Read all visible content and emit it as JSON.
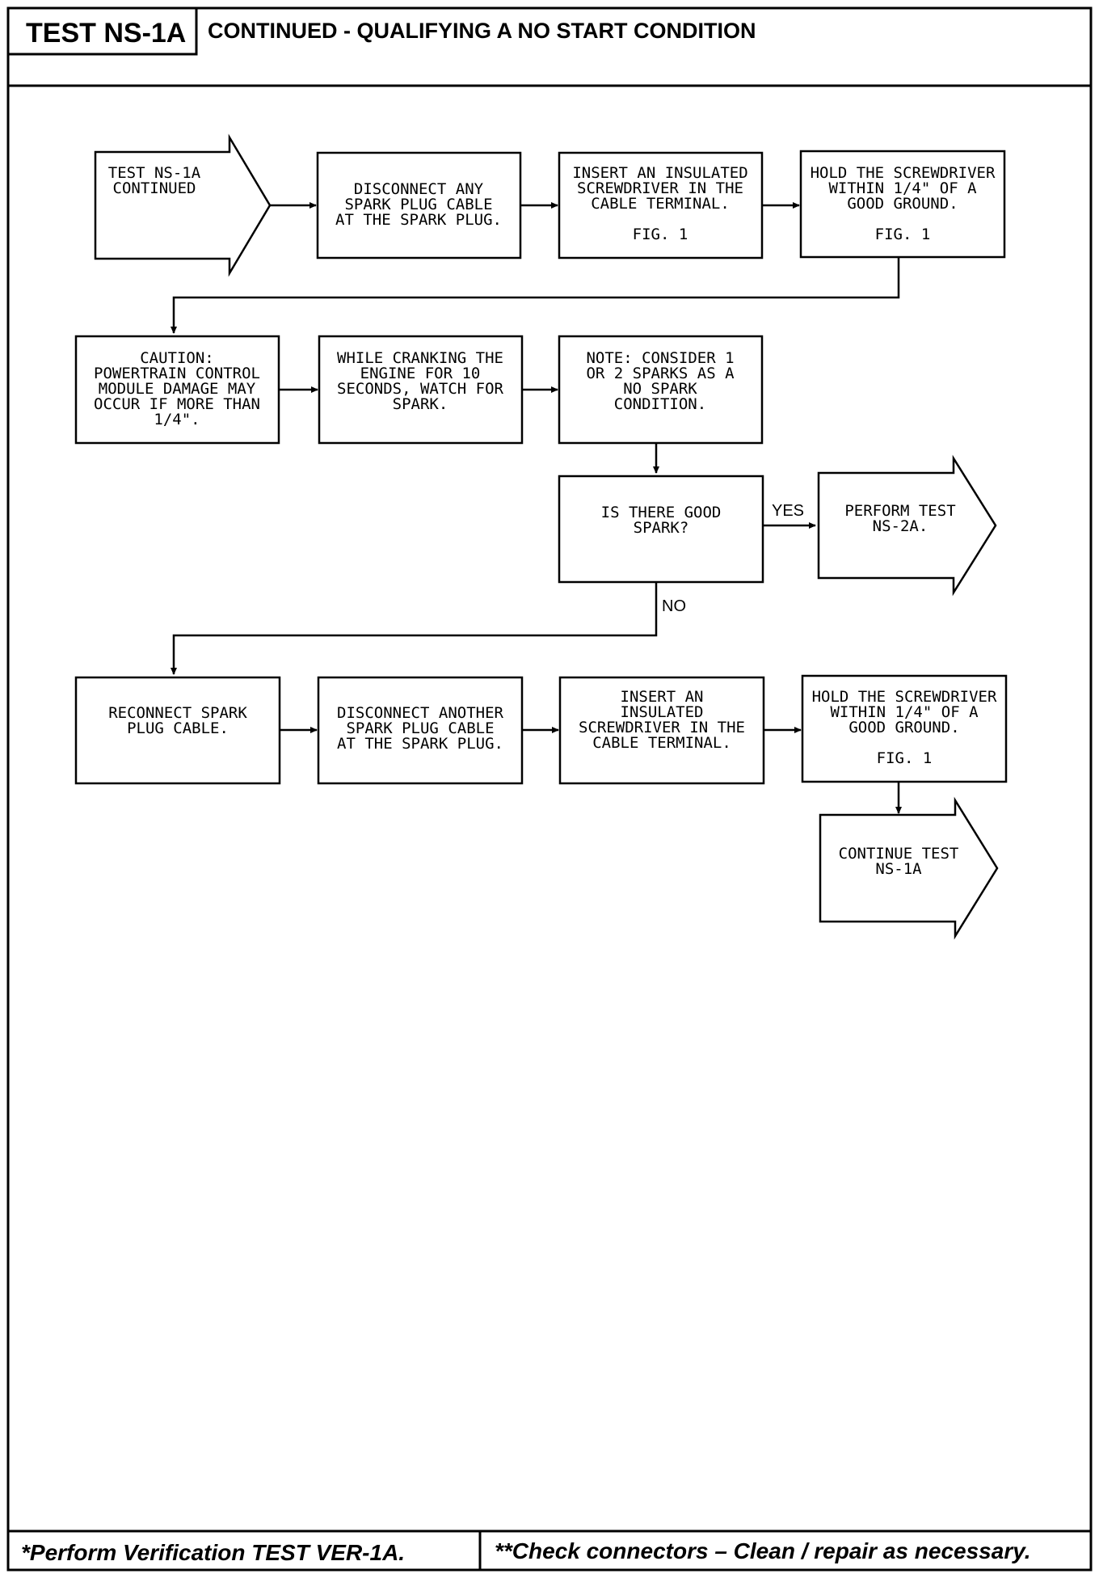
{
  "header": {
    "test_id": "TEST NS-1A",
    "title": "CONTINUED - QUALIFYING A NO START CONDITION"
  },
  "flow": {
    "start_arrow": [
      "TEST NS-1A",
      "CONTINUED"
    ],
    "step_disconnect": [
      "DISCONNECT ANY",
      "SPARK PLUG CABLE",
      "AT THE SPARK PLUG."
    ],
    "step_insert": [
      "INSERT AN INSULATED",
      "SCREWDRIVER IN THE",
      "CABLE TERMINAL.",
      "",
      "FIG. 1"
    ],
    "step_hold": [
      "HOLD THE SCREWDRIVER",
      "WITHIN 1/4\" OF A",
      "GOOD GROUND.",
      "",
      "FIG. 1"
    ],
    "step_caution": [
      "CAUTION:",
      "POWERTRAIN CONTROL",
      "MODULE DAMAGE MAY",
      "OCCUR IF MORE THAN",
      "1/4\"."
    ],
    "step_crank": [
      "WHILE CRANKING THE",
      "ENGINE FOR 10",
      "SECONDS, WATCH FOR",
      "SPARK."
    ],
    "step_note": [
      "NOTE: CONSIDER 1",
      "OR 2 SPARKS AS A",
      "NO SPARK",
      "CONDITION."
    ],
    "decision_spark": [
      "IS THERE GOOD",
      "SPARK?"
    ],
    "yes_label": "YES",
    "no_label": "NO",
    "yes_arrow": [
      "PERFORM TEST",
      "NS-2A."
    ],
    "step_reconnect": [
      "RECONNECT SPARK",
      "PLUG CABLE."
    ],
    "step_disconnect_another": [
      "DISCONNECT ANOTHER",
      "SPARK PLUG CABLE",
      "AT THE SPARK PLUG."
    ],
    "step_insert2": [
      "INSERT AN",
      "INSULATED",
      "SCREWDRIVER IN THE",
      "CABLE TERMINAL."
    ],
    "step_hold2": [
      "HOLD THE SCREWDRIVER",
      "WITHIN 1/4\" OF A",
      "GOOD GROUND.",
      "",
      "FIG. 1"
    ],
    "continue_arrow": [
      "CONTINUE TEST",
      "NS-1A"
    ]
  },
  "footer": {
    "left_note": "*Perform Verification TEST VER-1A.",
    "right_note": "**Check connectors – Clean / repair as necessary."
  }
}
